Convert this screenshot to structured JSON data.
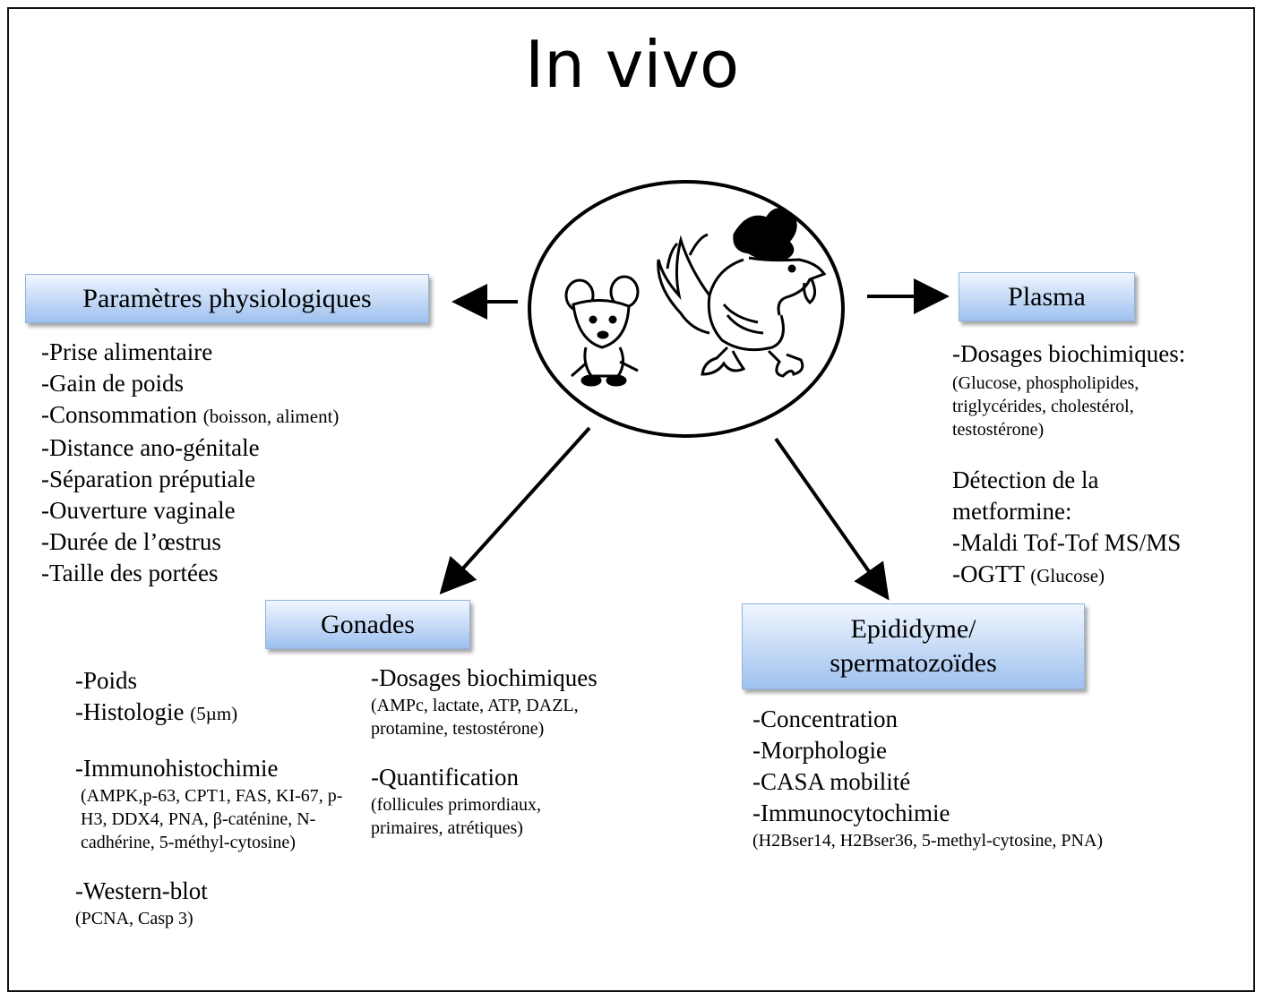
{
  "title": "In vivo",
  "boxes": {
    "physiologiques": "Paramètres physiologiques",
    "plasma": "Plasma",
    "gonades": "Gonades",
    "epididyme": "Epididyme/ spermatozoïdes"
  },
  "physiologiques": {
    "items": [
      {
        "main": "-Prise alimentaire",
        "note": ""
      },
      {
        "main": "-Gain de poids",
        "note": ""
      },
      {
        "main": "-Consommation",
        "note": "(boisson, aliment)"
      },
      {
        "main": "-Distance ano-génitale",
        "note": ""
      },
      {
        "main": "-Séparation préputiale",
        "note": ""
      },
      {
        "main": "-Ouverture vaginale",
        "note": ""
      },
      {
        "main": "-Durée de l’œstrus",
        "note": ""
      },
      {
        "main": "-Taille des portées",
        "note": ""
      }
    ]
  },
  "plasma": {
    "dosages_title": "-Dosages biochimiques:",
    "dosages_detail": "(Glucose, phospholipides, triglycérides, cholestérol, testostérone)",
    "detection_line1": "Détection de la",
    "detection_line2": "metformine:",
    "maldi": "-Maldi Tof-Tof MS/MS",
    "ogtt": "-OGTT",
    "ogtt_note": "(Glucose)"
  },
  "gonades": {
    "poids": "-Poids",
    "histologie": "-Histologie",
    "histologie_note": "(5µm)",
    "immuno_title": "-Immunohistochimie",
    "immuno_detail": "(AMPK,p-63, CPT1, FAS, KI-67, p-H3, DDX4, PNA, β-caténine, N-cadhérine, 5-méthyl-cytosine)",
    "western_title": "-Western-blot",
    "western_detail": "(PCNA, Casp 3)",
    "dosages_title": "-Dosages biochimiques",
    "dosages_detail": "(AMPc, lactate, ATP, DAZL, protamine, testostérone)",
    "quant_title": "-Quantification",
    "quant_detail": "(follicules primordiaux, primaires, atrétiques)"
  },
  "epididyme": {
    "items": [
      "-Concentration",
      "-Morphologie",
      "-CASA mobilité",
      "-Immunocytochimie"
    ],
    "immuno_detail": "(H2Bser14, H2Bser36, 5-methyl-cytosine, PNA)"
  },
  "colors": {
    "box_top": "#f1f6ff",
    "box_bottom": "#9ec1ef",
    "ink": "#000000"
  },
  "icons": [
    "mouse-icon",
    "rooster-icon"
  ]
}
